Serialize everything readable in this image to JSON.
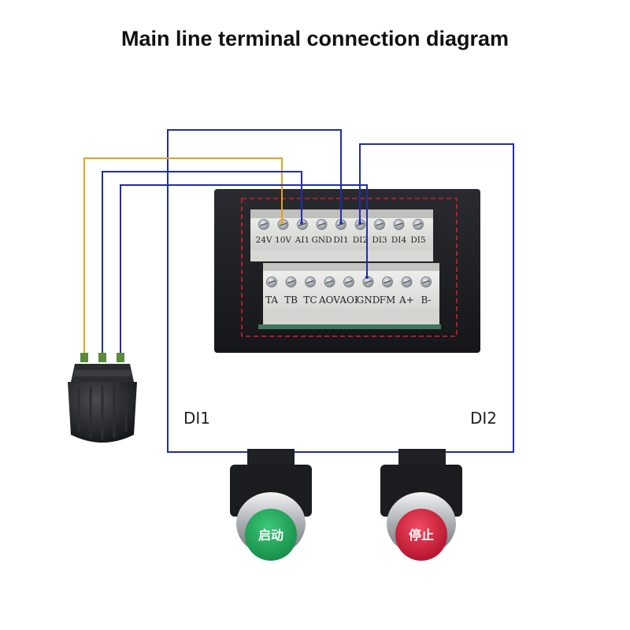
{
  "title": "Main line terminal connection diagram",
  "labels": {
    "di1": "DI1",
    "di2": "DI2"
  },
  "terminals": {
    "top_row": [
      "24V",
      "10V",
      "AI1",
      "GND",
      "DI1",
      "DI2",
      "DI3",
      "DI4",
      "DI5"
    ],
    "bottom_row": [
      "TA",
      "TB",
      "TC",
      "AOV",
      "AOI",
      "GND",
      "FM",
      "A+",
      "B-"
    ]
  },
  "buttons": {
    "start": "启动",
    "stop": "停止"
  },
  "colors": {
    "wire_blue": "#1f2fa6",
    "wire_orange": "#e8a020",
    "dashed_red": "#d0202e",
    "start_green": "#1fa35a",
    "stop_red": "#d3203a",
    "panel": "#1d1e22"
  }
}
